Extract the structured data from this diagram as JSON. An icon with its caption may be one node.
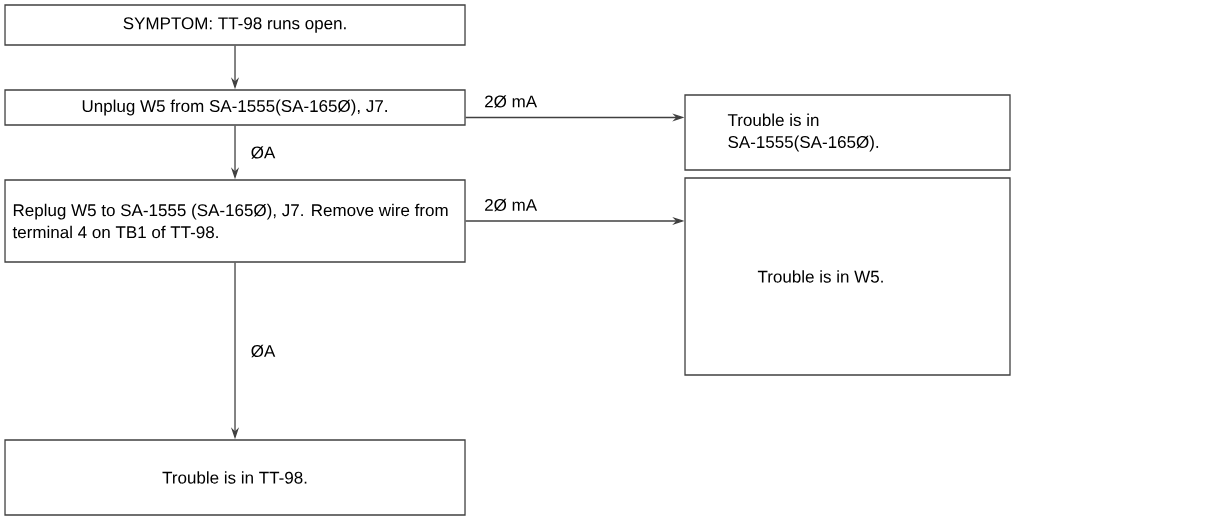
{
  "diagram": {
    "nodes": [
      {
        "text": [
          "SYMPTOM:  TT-98 runs open."
        ]
      },
      {
        "text": [
          "Unplug W5 from SA-1555(SA-165Ø), J7."
        ]
      },
      {
        "text": [
          "Trouble is in SA-1555(SA-165Ø)."
        ]
      },
      {
        "text": [
          "Replug W5 to SA-1555 (SA-165Ø), J7. Remove wire from terminal 4 on TB1 of TT-98."
        ]
      },
      {
        "text": [
          "Trouble is in W5."
        ]
      },
      {
        "text": [
          "Trouble is in TT-98."
        ]
      }
    ],
    "edges": [
      {
        "from": 0,
        "to": 1,
        "arrow": "to"
      },
      {
        "from": 1,
        "to": 2,
        "arrow": "to",
        "label": "2Ø mA"
      },
      {
        "from": 1,
        "to": 3,
        "arrow": "to",
        "label": "ØA"
      },
      {
        "from": 3,
        "to": 4,
        "arrow": "to",
        "label": "2Ø mA"
      },
      {
        "from": 3,
        "to": 5,
        "arrow": "to",
        "label": "ØA"
      }
    ]
  }
}
